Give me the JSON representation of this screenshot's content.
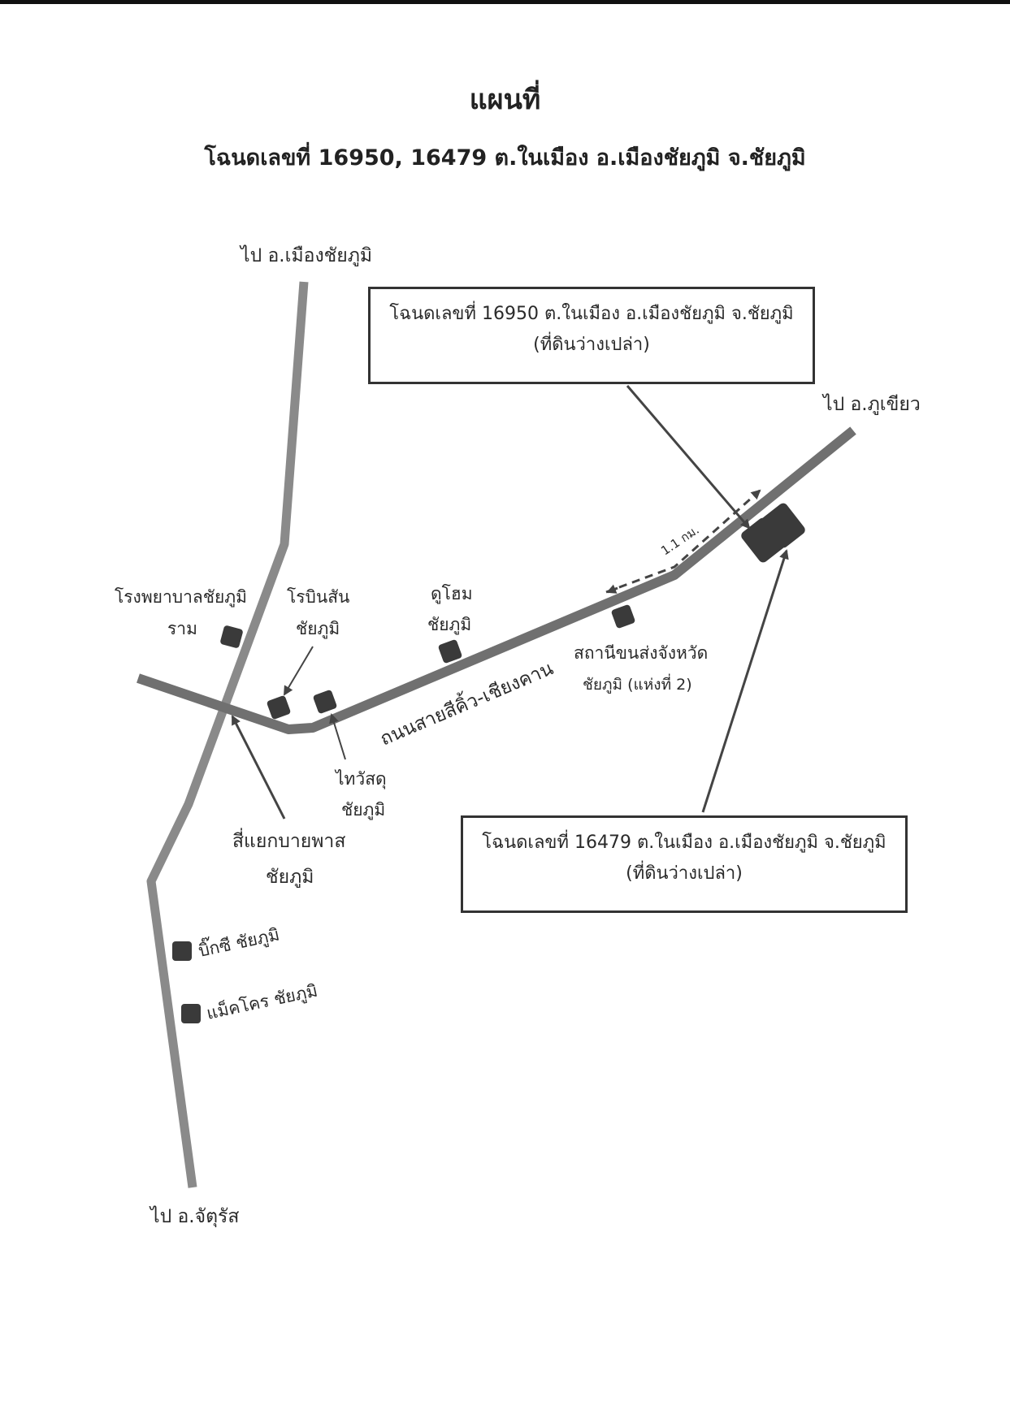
{
  "title": "แผนที่",
  "subtitle": "โฉนดเลขที่ 16950, 16479 ต.ในเมือง อ.เมืองชัยภูมิ จ.ชัยภูมิ",
  "colors": {
    "road": "#8a8a8a",
    "road_main": "#6e6e6e",
    "marker": "#3a3a3a",
    "arrow": "#444444"
  },
  "directions": {
    "north": "ไป อ.เมืองชัยภูมิ",
    "northeast": "ไป อ.ภูเขียว",
    "south": "ไป อ.จัตุรัส"
  },
  "road_label": "ถนนสายสีคิ้ว-เชียงคาน",
  "distance_label": "1.1 กม.",
  "parcel_boxes": [
    {
      "line1": "โฉนดเลขที่ 16950 ต.ในเมือง อ.เมืองชัยภูมิ จ.ชัยภูมิ",
      "line2": "(ที่ดินว่างเปล่า)"
    },
    {
      "line1": "โฉนดเลขที่ 16479 ต.ในเมือง อ.เมืองชัยภูมิ จ.ชัยภูมิ",
      "line2": "(ที่ดินว่างเปล่า)"
    }
  ],
  "landmarks": {
    "hospital": {
      "line1": "โรงพยาบาลชัยภูมิ",
      "line2": "ราม"
    },
    "robinson": {
      "line1": "โรบินสัน",
      "line2": "ชัยภูมิ"
    },
    "dohome": {
      "line1": "ดูโฮม",
      "line2": "ชัยภูมิ"
    },
    "bus_station": {
      "line1": "สถานีขนส่งจังหวัด",
      "line2": "ชัยภูมิ (แห่งที่ 2)"
    },
    "thaiwatsadu": {
      "line1": "ไทวัสดุ",
      "line2": "ชัยภูมิ"
    },
    "intersection": {
      "line1": "สี่แยกบายพาส",
      "line2": "ชัยภูมิ"
    },
    "bigc": {
      "line1": "บิ๊กซี ชัยภูมิ"
    },
    "makro": {
      "line1": "แม็คโคร ชัยภูมิ"
    }
  }
}
